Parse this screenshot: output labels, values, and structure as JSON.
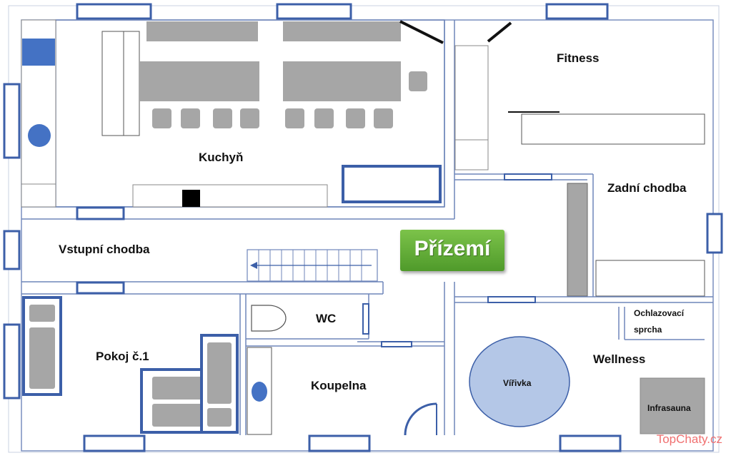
{
  "plan_title": "Přízemí",
  "rooms": {
    "kitchen": "Kuchyň",
    "fitness": "Fitness",
    "rear_corridor": "Zadní chodba",
    "entrance_corridor": "Vstupní chodba",
    "wc": "WC",
    "room1": "Pokoj č.1",
    "bathroom": "Koupelna",
    "wellness": "Wellness",
    "cooling_shower_line1": "Ochlazovací",
    "cooling_shower_line2": "sprcha",
    "whirlpool": "Vířivka",
    "infrasauna": "Infrasauna"
  },
  "watermark": "TopChaty.cz",
  "colors": {
    "wall": "#5b7ab8",
    "window": "#3c5fa8",
    "furniture": "#a6a6a6",
    "whirlpool": "#b4c7e7",
    "accent_blue": "#4472c4",
    "badge": "#5fa83a"
  }
}
